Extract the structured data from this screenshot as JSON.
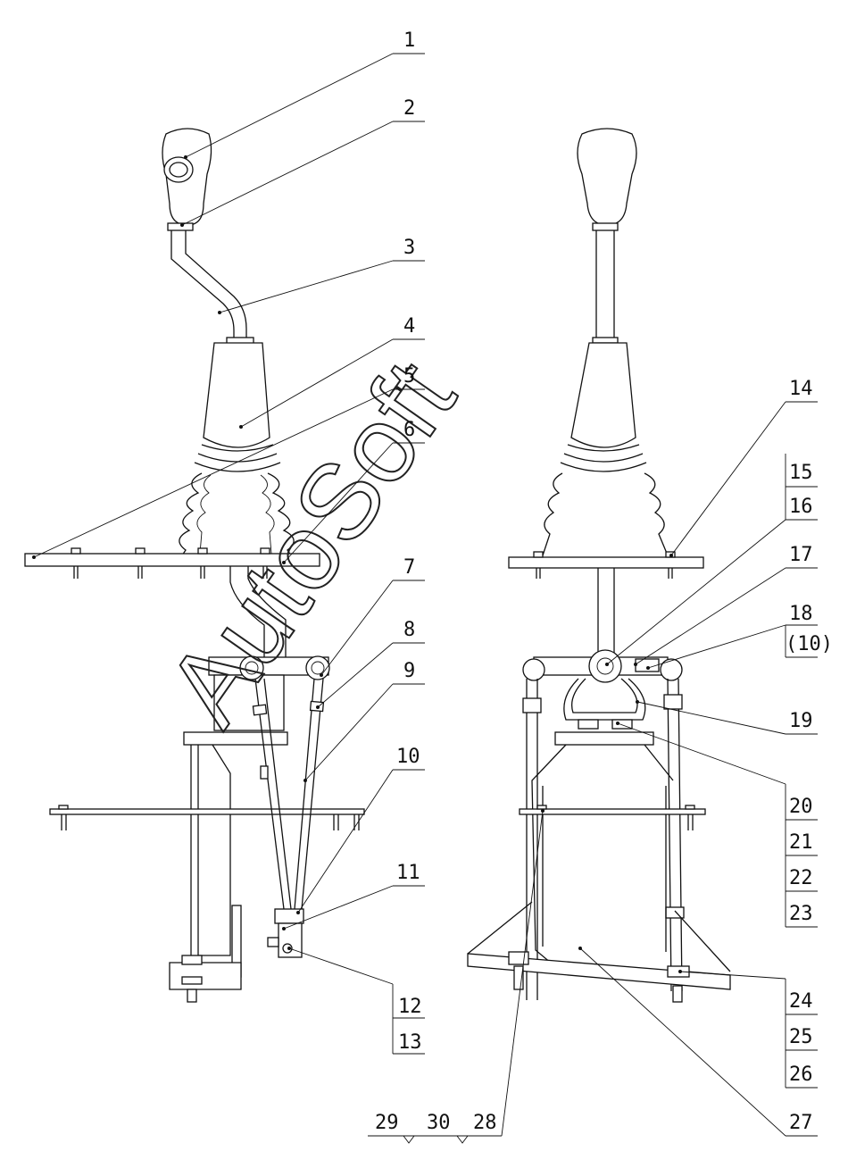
{
  "watermark": "AutoSoft",
  "labels": {
    "l1": "1",
    "l2": "2",
    "l3": "3",
    "l4": "4",
    "l5": "5",
    "l6": "6",
    "l7": "7",
    "l8": "8",
    "l9": "9",
    "l10": "10",
    "l11": "11",
    "l12": "12",
    "l13": "13",
    "l14": "14",
    "l15": "15",
    "l16": "16",
    "l17": "17",
    "l18": "18",
    "l18b": "(10)",
    "l19": "19",
    "l20": "20",
    "l21": "21",
    "l22": "22",
    "l23": "23",
    "l24": "24",
    "l25": "25",
    "l26": "26",
    "l27": "27",
    "l28": "28",
    "l29": "29",
    "l30": "30"
  }
}
